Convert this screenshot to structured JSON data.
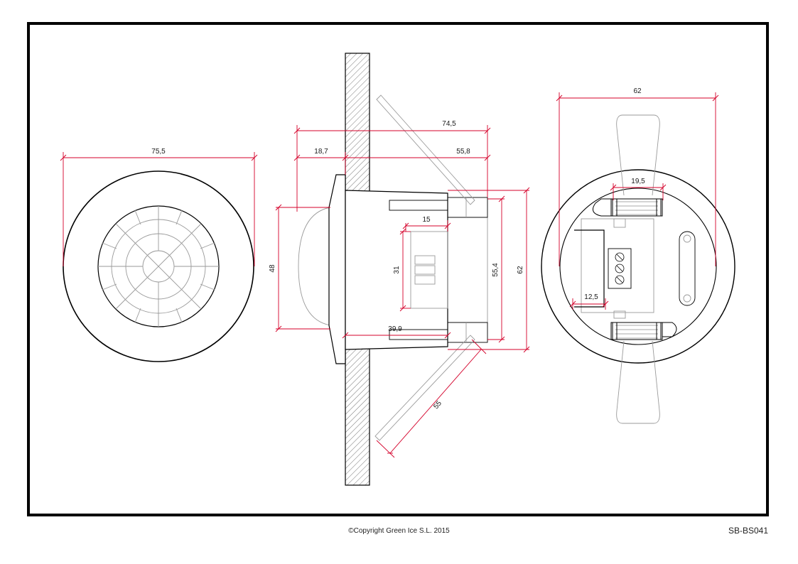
{
  "colors": {
    "dimension": "#d4002a",
    "outline": "#000000",
    "detail": "#9a9a9a"
  },
  "front_view": {
    "diameter": "75,5"
  },
  "side_view": {
    "total_depth": "74,5",
    "lens_depth": "18,7",
    "body_depth": "55,8",
    "lens_height": "48",
    "inner_height": "31",
    "terminal_width": "15",
    "mount_height": "55,4",
    "body_height": "62",
    "body_length": "39,9",
    "spring_length": "55"
  },
  "back_view": {
    "diameter": "62",
    "terminal_spacing": "19,5",
    "clamp_width": "12,5"
  },
  "footer": {
    "copyright": "©Copyright Green Ice S.L. 2015",
    "model": "SB-BS041"
  }
}
